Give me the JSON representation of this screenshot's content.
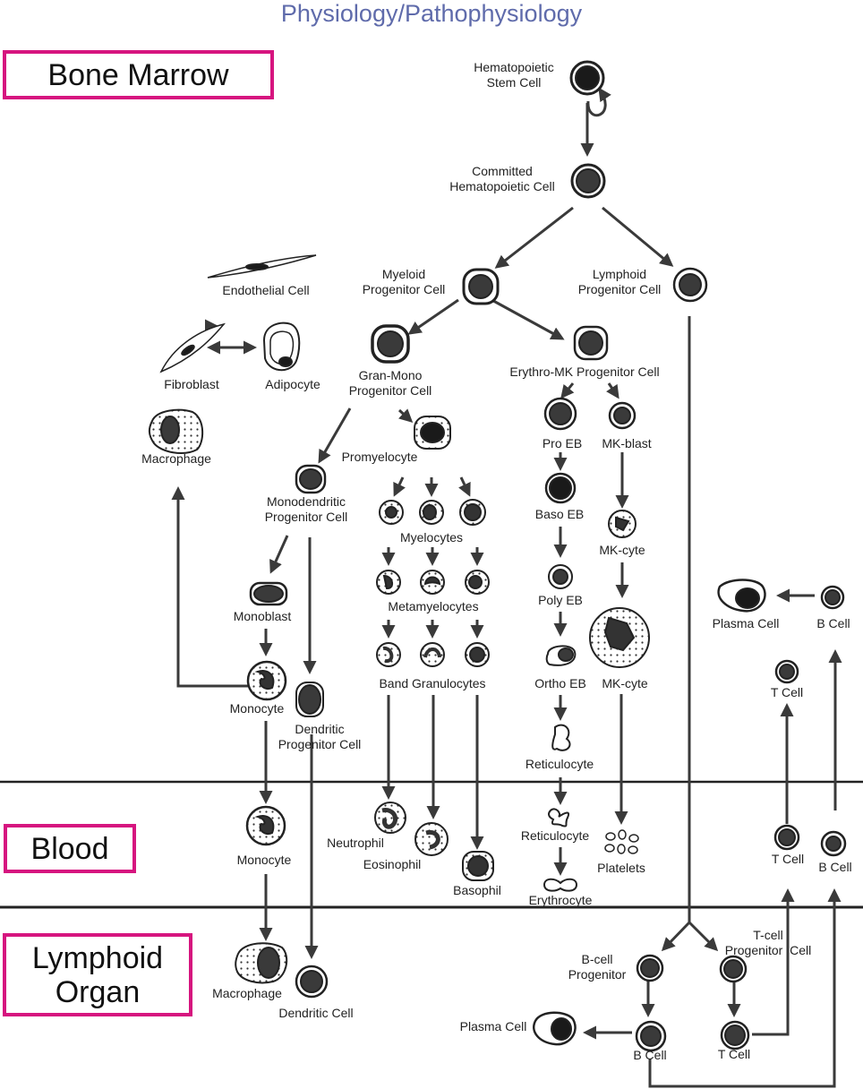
{
  "header": "Physiology/Pathophysiology",
  "regions": {
    "bone_marrow": "Bone Marrow",
    "blood": "Blood",
    "lymphoid_organ": "Lymphoid\nOrgan"
  },
  "labels": {
    "hsc": "Hematopoietic\nStem Cell",
    "committed": "Committed\nHematopoietic Cell",
    "myeloid": "Myeloid\nProgenitor Cell",
    "lymphoid": "Lymphoid\nProgenitor Cell",
    "endothelial": "Endothelial Cell",
    "fibroblast": "Fibroblast",
    "adipocyte": "Adipocyte",
    "macrophage_bm": "Macrophage",
    "granmono": "Gran-Mono\nProgenitor Cell",
    "erythro_mk": "Erythro-MK Progenitor Cell",
    "promyelocyte": "Promyelocyte",
    "monodendritic": "Monodendritic\nProgenitor Cell",
    "myelocytes": "Myelocytes",
    "metamyelocytes": "Metamyelocytes",
    "band": "Band Granulocytes",
    "monoblast": "Monoblast",
    "monocyte_bm": "Monocyte",
    "dendritic_prog": "Dendritic\nProgenitor Cell",
    "pro_eb": "Pro EB",
    "mk_blast": "MK-blast",
    "baso_eb": "Baso EB",
    "mk_cyte_1": "MK-cyte",
    "poly_eb": "Poly EB",
    "ortho_eb": "Ortho EB",
    "mk_cyte_2": "MK-cyte",
    "reticulocyte_bm": "Reticulocyte",
    "plasma_bm": "Plasma Cell",
    "b_bm": "B Cell",
    "t_bm": "T Cell",
    "monocyte_blood": "Monocyte",
    "neutrophil": "Neutrophil",
    "eosinophil": "Eosinophil",
    "basophil": "Basophil",
    "reticulocyte_blood": "Reticulocyte",
    "erythrocyte": "Erythrocyte",
    "platelets": "Platelets",
    "t_blood": "T Cell",
    "b_blood": "B Cell",
    "macrophage_lo": "Macrophage",
    "dendritic_lo": "Dendritic Cell",
    "bcell_prog": "B-cell\nProgenitor",
    "tcell_prog": "T-cell\nProgenitor  Cell",
    "plasma_lo": "Plasma Cell",
    "b_lo": "B Cell",
    "t_lo": "T Cell"
  }
}
